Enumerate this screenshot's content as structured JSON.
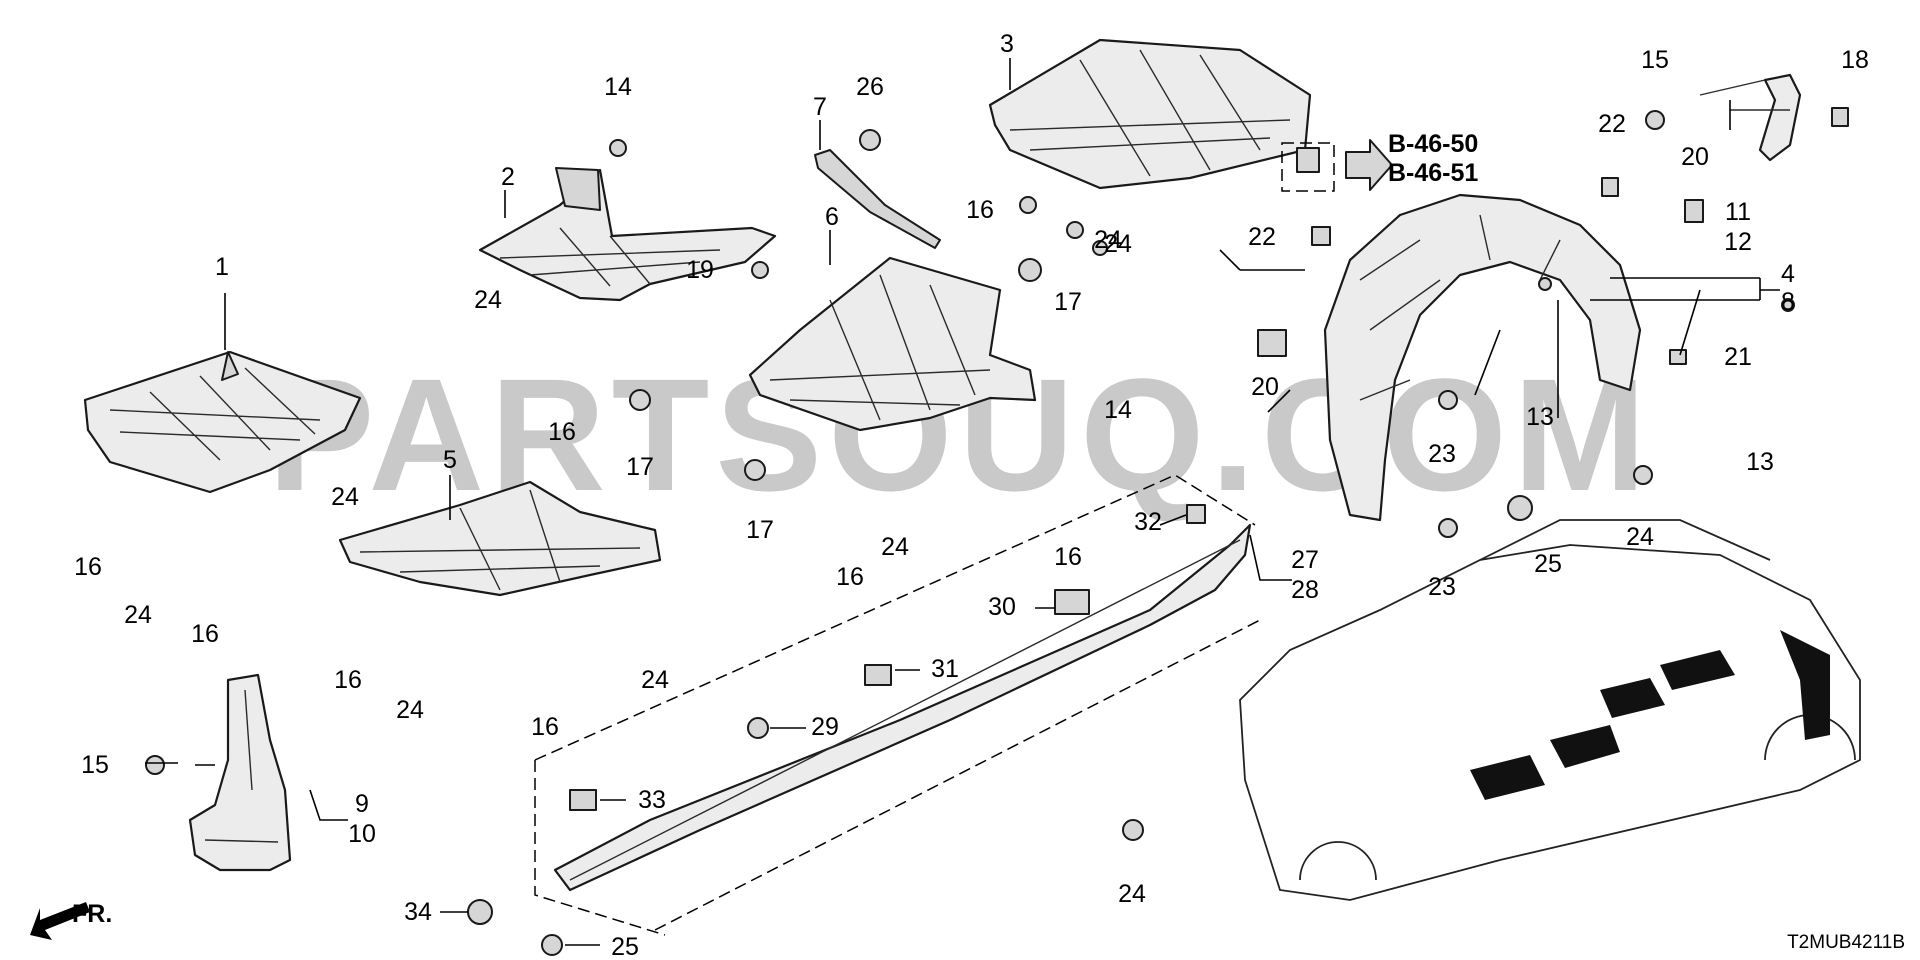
{
  "diagram": {
    "watermark": "PARTSOUQ.COM",
    "direction_label": "FR.",
    "diagram_code": "T2MUB4211B",
    "references": [
      "B-46-50",
      "B-46-51"
    ],
    "callouts": [
      {
        "id": "c1",
        "label": "1"
      },
      {
        "id": "c2",
        "label": "2"
      },
      {
        "id": "c3",
        "label": "3"
      },
      {
        "id": "c4",
        "label": "4"
      },
      {
        "id": "c5",
        "label": "5"
      },
      {
        "id": "c6",
        "label": "6"
      },
      {
        "id": "c7",
        "label": "7"
      },
      {
        "id": "c8",
        "label": "8"
      },
      {
        "id": "c9",
        "label": "9"
      },
      {
        "id": "c10",
        "label": "10"
      },
      {
        "id": "c11",
        "label": "11"
      },
      {
        "id": "c12",
        "label": "12"
      },
      {
        "id": "c13a",
        "label": "13"
      },
      {
        "id": "c13b",
        "label": "13"
      },
      {
        "id": "c14a",
        "label": "14"
      },
      {
        "id": "c14b",
        "label": "14"
      },
      {
        "id": "c15a",
        "label": "15"
      },
      {
        "id": "c15b",
        "label": "15"
      },
      {
        "id": "c16a",
        "label": "16"
      },
      {
        "id": "c16b",
        "label": "16"
      },
      {
        "id": "c16c",
        "label": "16"
      },
      {
        "id": "c16d",
        "label": "16"
      },
      {
        "id": "c16e",
        "label": "16"
      },
      {
        "id": "c16f",
        "label": "16"
      },
      {
        "id": "c16g",
        "label": "16"
      },
      {
        "id": "c16h",
        "label": "16"
      },
      {
        "id": "c17a",
        "label": "17"
      },
      {
        "id": "c17b",
        "label": "17"
      },
      {
        "id": "c17c",
        "label": "17"
      },
      {
        "id": "c18",
        "label": "18"
      },
      {
        "id": "c19",
        "label": "19"
      },
      {
        "id": "c20a",
        "label": "20"
      },
      {
        "id": "c20b",
        "label": "20"
      },
      {
        "id": "c21",
        "label": "21"
      },
      {
        "id": "c22a",
        "label": "22"
      },
      {
        "id": "c22b",
        "label": "22"
      },
      {
        "id": "c23a",
        "label": "23"
      },
      {
        "id": "c23b",
        "label": "23"
      },
      {
        "id": "c24a",
        "label": "24"
      },
      {
        "id": "c24b",
        "label": "24"
      },
      {
        "id": "c24c",
        "label": "24"
      },
      {
        "id": "c24d",
        "label": "24"
      },
      {
        "id": "c24e",
        "label": "24"
      },
      {
        "id": "c24f",
        "label": "24"
      },
      {
        "id": "c24g",
        "label": "24"
      },
      {
        "id": "c24h",
        "label": "24"
      },
      {
        "id": "c24i",
        "label": "24"
      },
      {
        "id": "c24j",
        "label": "24"
      },
      {
        "id": "c25a",
        "label": "25"
      },
      {
        "id": "c25b",
        "label": "25"
      },
      {
        "id": "c26",
        "label": "26"
      },
      {
        "id": "c27",
        "label": "27"
      },
      {
        "id": "c28",
        "label": "28"
      },
      {
        "id": "c29",
        "label": "29"
      },
      {
        "id": "c30",
        "label": "30"
      },
      {
        "id": "c31",
        "label": "31"
      },
      {
        "id": "c32",
        "label": "32"
      },
      {
        "id": "c33",
        "label": "33"
      },
      {
        "id": "c34",
        "label": "34"
      }
    ]
  }
}
